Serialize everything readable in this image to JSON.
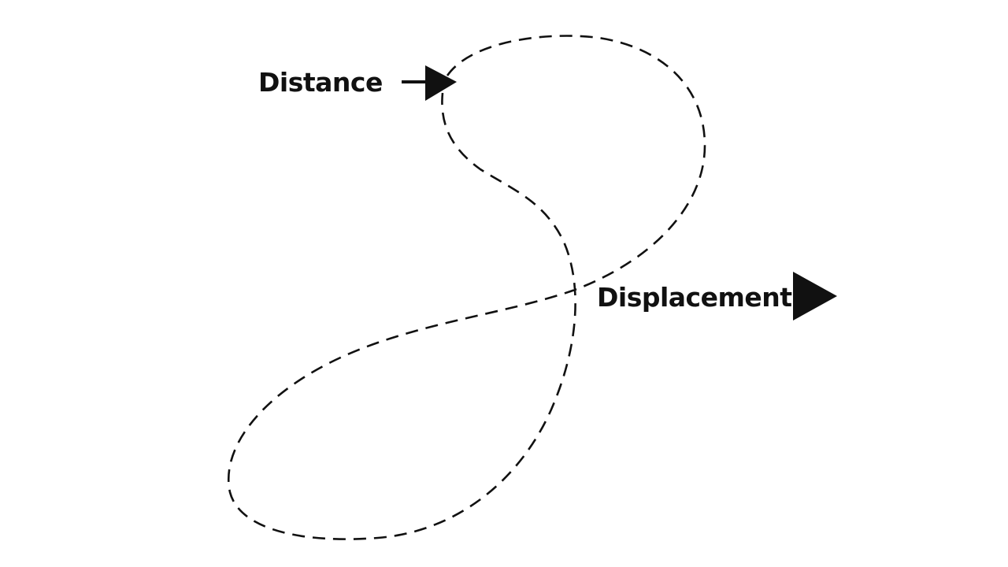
{
  "diagram": {
    "labels": {
      "distance": "Distance",
      "displacement": "Displacement"
    },
    "colors": {
      "background": "#ffffff",
      "stroke": "#111111",
      "text": "#111111"
    },
    "path_style": "dashed"
  }
}
